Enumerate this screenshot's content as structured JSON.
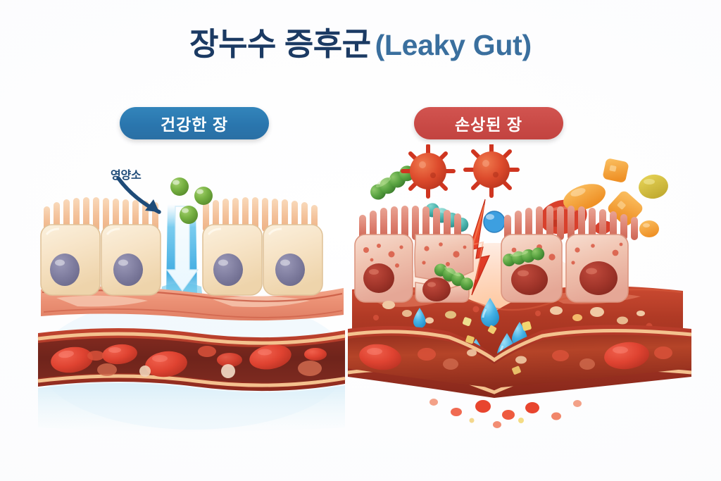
{
  "title": {
    "korean": "장누수 증후군",
    "english": "(Leaky Gut)",
    "color_ko": "#1b3a63",
    "color_en": "#3a6f9e"
  },
  "panels": {
    "healthy": {
      "badge_label": "건강한 장",
      "badge_color": "#2a76ae",
      "annotation_label": "영양소",
      "annotation_color": "#1e4b78",
      "cell_count": 4,
      "nuclei_color": "#7c7a9c",
      "cell_color": "#f6e2c4",
      "villi_color": "#f3c49b",
      "nutrient_count": 3,
      "nutrient_color": "#6fa83c",
      "absorption_arrow_color": "#ffffff",
      "channel_color": "#4fb8e8"
    },
    "damaged": {
      "badge_label": "손상된 장",
      "badge_color": "#c94a46",
      "cell_count": 4,
      "nuclei_color": "#a83530",
      "cell_color": "#f0bfae",
      "villi_color": "#d9776b",
      "lightning_color": "#e8402a",
      "droplet_color": "#3fb3e8",
      "bacteria_color": "#3f8f46",
      "virus_color": "#d8432c"
    }
  },
  "blood_vessel": {
    "lumen_color": "#7d2a22",
    "wall_color": "#b33b2c",
    "inner_wall_color": "#f2c08d",
    "rbc_color": "#d8392c"
  },
  "background": "#ffffff"
}
